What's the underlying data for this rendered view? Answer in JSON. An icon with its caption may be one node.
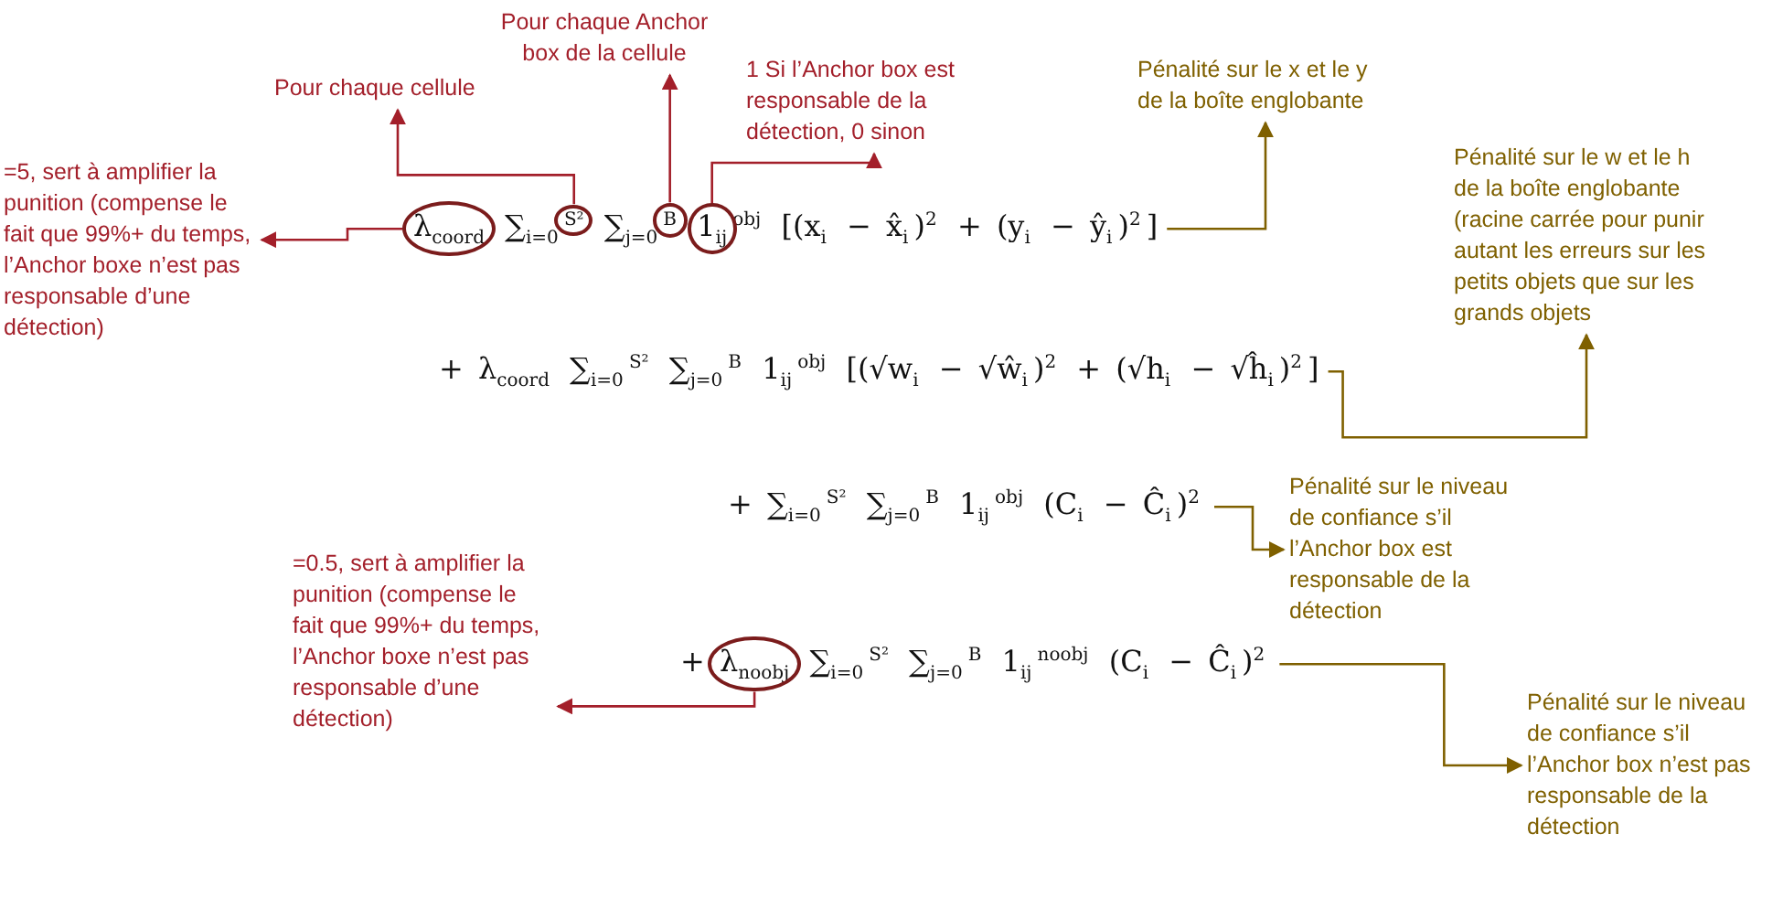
{
  "diagram": {
    "nodes": [
      {
        "text": [
          "Pour chaque Anchor box de la cellule"
        ]
      },
      {
        "text": [
          "Pour chaque cellule"
        ]
      },
      {
        "text": [
          "1 Si l’Anchor box est responsable de la détection, 0 sinon"
        ]
      },
      {
        "text": [
          "Pénalité sur le x et le y de la boîte englobante"
        ]
      },
      {
        "text": [
          "=5, sert à amplifier la punition (compense le fait que 99%+ du temps, l’Anchor boxe n’est pas responsable d’une détection)"
        ]
      },
      {
        "text": [
          "Pénalité sur le w et le h de la boîte englobante (racine carrée pour punir autant les erreurs sur les petits objets que sur les grands objets"
        ]
      },
      {
        "text": [],
        "shape": "circle"
      },
      {
        "text": [],
        "shape": "circle"
      },
      {
        "text": [],
        "shape": "circle"
      },
      {
        "text": [],
        "shape": "circle"
      },
      {
        "text": [
          "Pénalité sur le niveau de confiance s’il l’Anchor box est responsable de la détection"
        ]
      },
      {
        "text": [
          "=0.5, sert à amplifier la punition (compense le fait que 99%+ du temps, l’Anchor boxe n’est pas responsable d’une détection)"
        ]
      },
      {
        "text": [],
        "shape": "circle"
      },
      {
        "text": [
          "Pénalité sur le niveau de confiance s’il l’Anchor box n’est pas responsable de la détection"
        ]
      },
      {
        "text": [
          "λ$_{coord}$ ∑$_{i=0}$$^{S²}$ ∑$_{j=0}$$^{B}$ 1$_{ij}$$^{obj}$ [(x$_{i}$ − x̂$_{i}$)$^{2}$ + (y$_{i}$ − ŷ$_{i}$)$^{2}$]"
        ]
      },
      {
        "text": [
          "+ λ$_{coord}$ ∑$_{i=0}$$^{S²}$ ∑$_{j=0}$$^{B}$ 1$_{ij}$$^{obj}$ [(√w$_{i}$ − √ŵ$_{i}$)$^{2}$ + (√h$_{i}$ − √ĥ$_{i}$)$^{2}$]"
        ]
      },
      {
        "text": [
          "+ ∑$_{i=0}$$^{S²}$ ∑$_{j=0}$$^{B}$ 1$_{ij}$$^{obj}$ (C$_{i}$ − Ĉ$_{i}$)$^{2}$"
        ]
      },
      {
        "text": [
          "+ λ$_{noobj}$ ∑$_{i=0}$$^{S²}$ ∑$_{j=0}$$^{B}$ 1$_{ij}$$^{noobj}$ (C$_{i}$ − Ĉ$_{i}$)$^{2}$"
        ]
      }
    ],
    "edges": [
      {
        "from": 6,
        "to": 4,
        "arrow": "to"
      },
      {
        "from": 7,
        "to": 1,
        "arrow": "to"
      },
      {
        "from": 8,
        "to": 0,
        "arrow": "to"
      },
      {
        "from": 9,
        "to": 2,
        "arrow": "to"
      },
      {
        "from": 14,
        "to": 3,
        "arrow": "to",
        "color": "#7f6000"
      },
      {
        "from": 15,
        "to": 5,
        "arrow": "to",
        "color": "#7f6000"
      },
      {
        "from": 16,
        "to": 10,
        "arrow": "to",
        "color": "#7f6000"
      },
      {
        "from": 17,
        "to": 13,
        "arrow": "to",
        "color": "#7f6000"
      },
      {
        "from": 12,
        "to": 11,
        "arrow": "to"
      }
    ]
  }
}
